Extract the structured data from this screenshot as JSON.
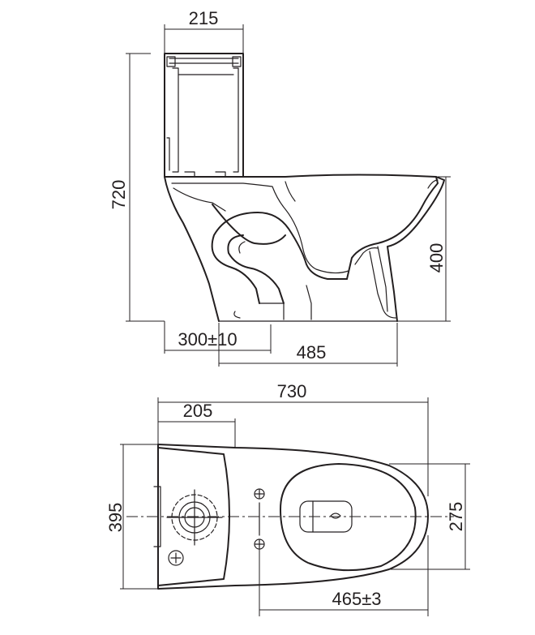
{
  "dimensions": {
    "side_view": {
      "tank_depth": "215",
      "total_height": "720",
      "seat_height": "400",
      "rough_in": "300±10",
      "base_length": "485"
    },
    "top_view": {
      "total_length": "730",
      "tank_width": "205",
      "total_width": "395",
      "bowl_width": "275",
      "bolt_to_front": "465±3"
    }
  },
  "colors": {
    "line": "#231f20",
    "background": "#ffffff"
  }
}
